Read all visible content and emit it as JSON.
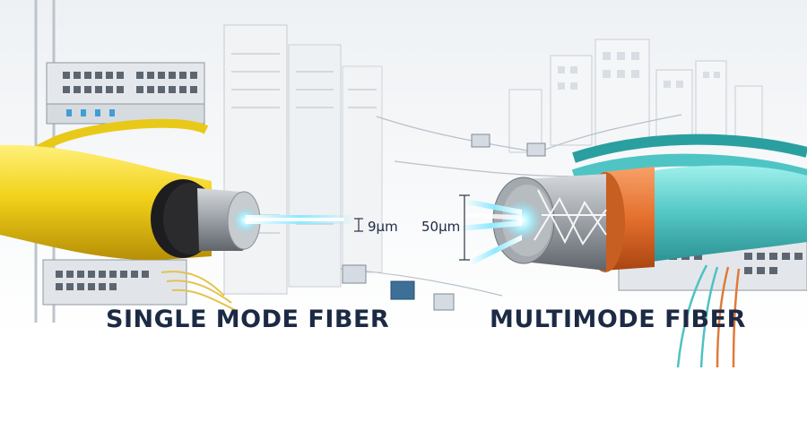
{
  "labels": {
    "single_mode": "SINGLE MODE FIBER",
    "multimode": "MULTIMODE FIBER"
  },
  "dimensions": {
    "single_core": "9µm",
    "multi_core": "50µm"
  },
  "colors": {
    "label_text": "#1c2a44",
    "single_jacket": "#f2d21a",
    "single_jacket_dark": "#c9a50a",
    "single_cladding": "#1d1d1f",
    "multi_jacket": "#56c9c7",
    "multi_jacket_dark": "#2f9e9e",
    "multi_inner": "#e46f2d",
    "light_beam": "#7fe8ff",
    "background_gray": "#e7ebef"
  }
}
